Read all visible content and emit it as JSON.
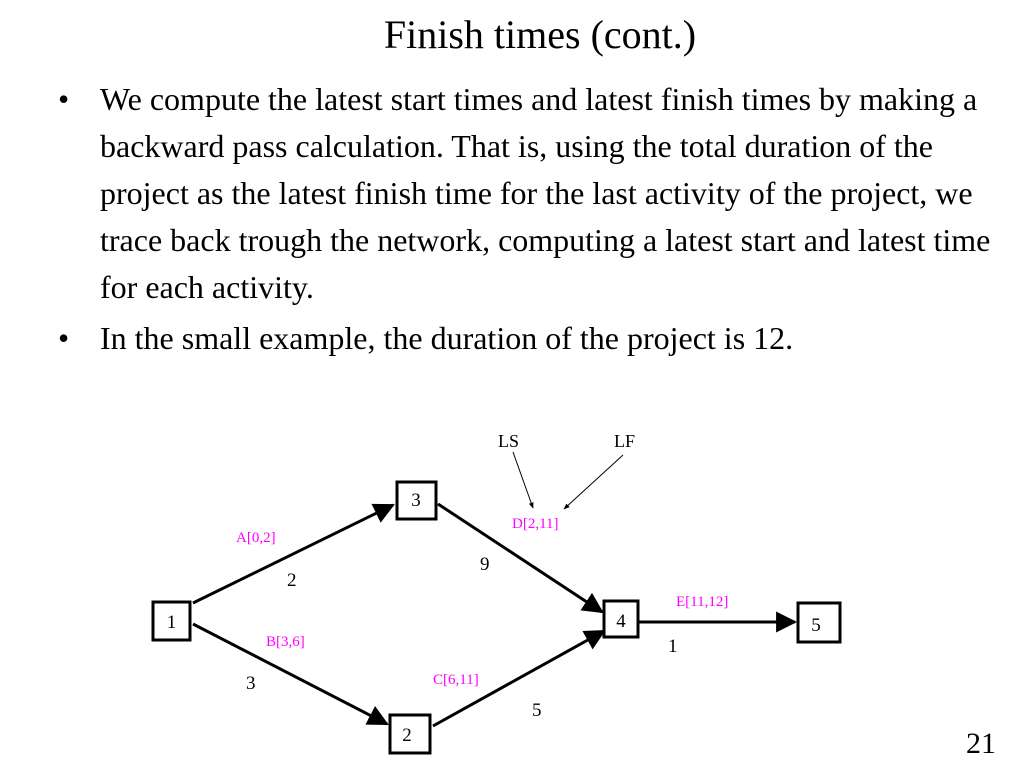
{
  "slide": {
    "title": "Finish times (cont.)",
    "bullet_marker": "•",
    "bullets": [
      "We compute the latest start times and latest finish times by making a backward pass calculation.  That is, using the total duration of the project as the latest finish time for the last activity of the project, we trace back trough the network, computing a latest start and latest time for each activity.",
      "In the small example, the duration of the project is 12."
    ],
    "page_number": "21"
  },
  "diagram": {
    "nodes": [
      "1",
      "2",
      "3",
      "4",
      "5"
    ],
    "activities": [
      "A[0,2]",
      "B[3,6]",
      "C[6,11]",
      "D[2,11]",
      "E[11,12]"
    ],
    "durations": [
      "2",
      "3",
      "5",
      "9",
      "1"
    ],
    "annotations": [
      "LS",
      "LF"
    ],
    "activity_color": "#ff00ff"
  }
}
